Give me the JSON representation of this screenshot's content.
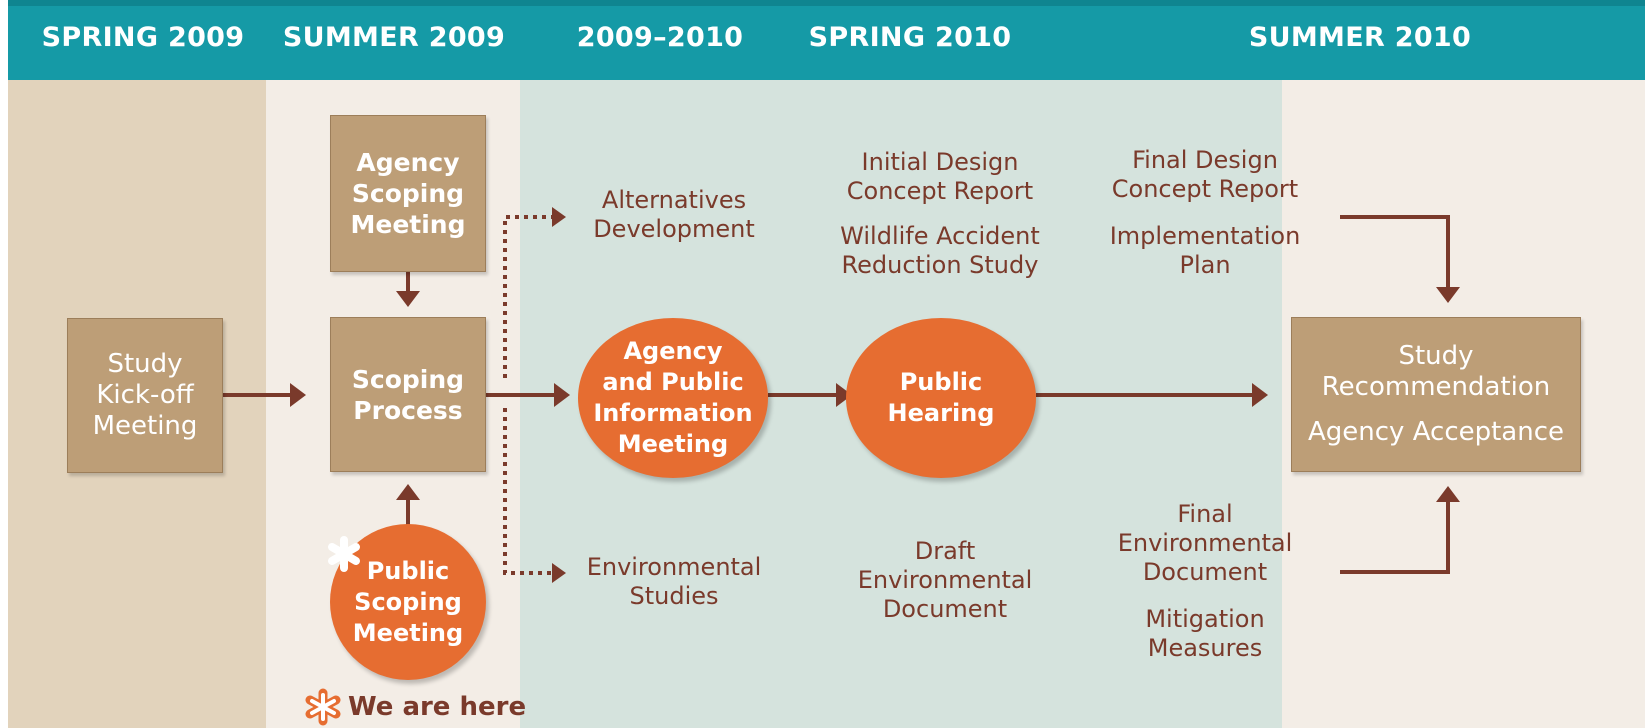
{
  "phases": [
    "SPRING 2009",
    "SUMMER 2009",
    "2009–2010",
    "SPRING 2010",
    "SUMMER 2010"
  ],
  "nodes": {
    "study_kickoff": "Study\nKick-off\nMeeting",
    "agency_scoping": "Agency\nScoping\nMeeting",
    "scoping_process": "Scoping\nProcess",
    "public_scoping": "Public\nScoping\nMeeting",
    "info_meeting": "Agency\nand Public\nInformation\nMeeting",
    "public_hearing": "Public\nHearing",
    "study_recommendation": "Study\nRecommendation",
    "agency_acceptance": "Agency Acceptance"
  },
  "notes": {
    "alternatives": "Alternatives\nDevelopment",
    "environmental_studies": "Environmental\nStudies",
    "initial_design": "Initial Design\nConcept Report",
    "wildlife_study": "Wildlife Accident\nReduction Study",
    "draft_environmental": "Draft\nEnvironmental\nDocument",
    "final_design": "Final Design\nConcept Report",
    "implementation_plan": "Implementation\nPlan",
    "final_environmental": "Final\nEnvironmental\nDocument",
    "mitigation": "Mitigation\nMeasures"
  },
  "legend": {
    "here_label": "We are here"
  },
  "colors": {
    "header": "#159aa6",
    "box": "#bd9e77",
    "circle": "#e66d31",
    "arrow": "#7a3a2b",
    "bg_spring": "#e2d3bc",
    "bg_summer": "#f3ede6",
    "bg_teal": "#d5e3dd"
  }
}
